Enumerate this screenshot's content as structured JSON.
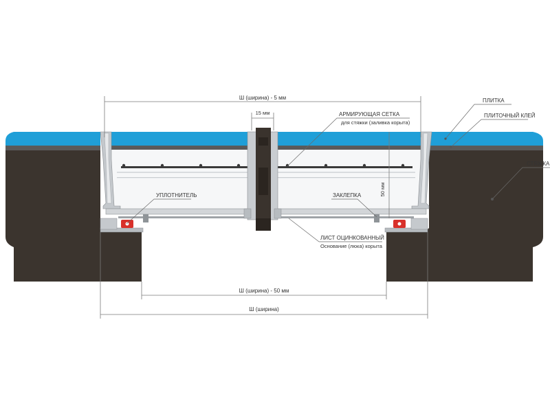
{
  "labels": {
    "tile": "ПЛИТКА",
    "tile_glue": "ПЛИТОЧНЫЙ КЛЕЙ",
    "screed": "СТЯЖКА",
    "mesh_title": "АРМИРУЮЩАЯ СЕТКА",
    "mesh_sub": "для стяжки (заливка корыта)",
    "sealant": "УПЛОТНИТЕЛЬ",
    "plug": "ЗАКЛЕПКА",
    "sheet_title": "ЛИСТ ОЦИНКОВАННЫЙ",
    "sheet_sub": "Основание (люка) корыта"
  },
  "dimensions": {
    "top": "Ш (ширина) - 5 мм",
    "gap": "15 мм",
    "height": "50 мм",
    "opening": "Ш (ширина) - 50 мм",
    "full": "Ш (ширина)"
  },
  "colors": {
    "tile": "#1f9fd8",
    "screed": "#3b342e",
    "glue": "#5a5a5a",
    "frame": "#bfc4c8",
    "seal": "#d8312b"
  }
}
